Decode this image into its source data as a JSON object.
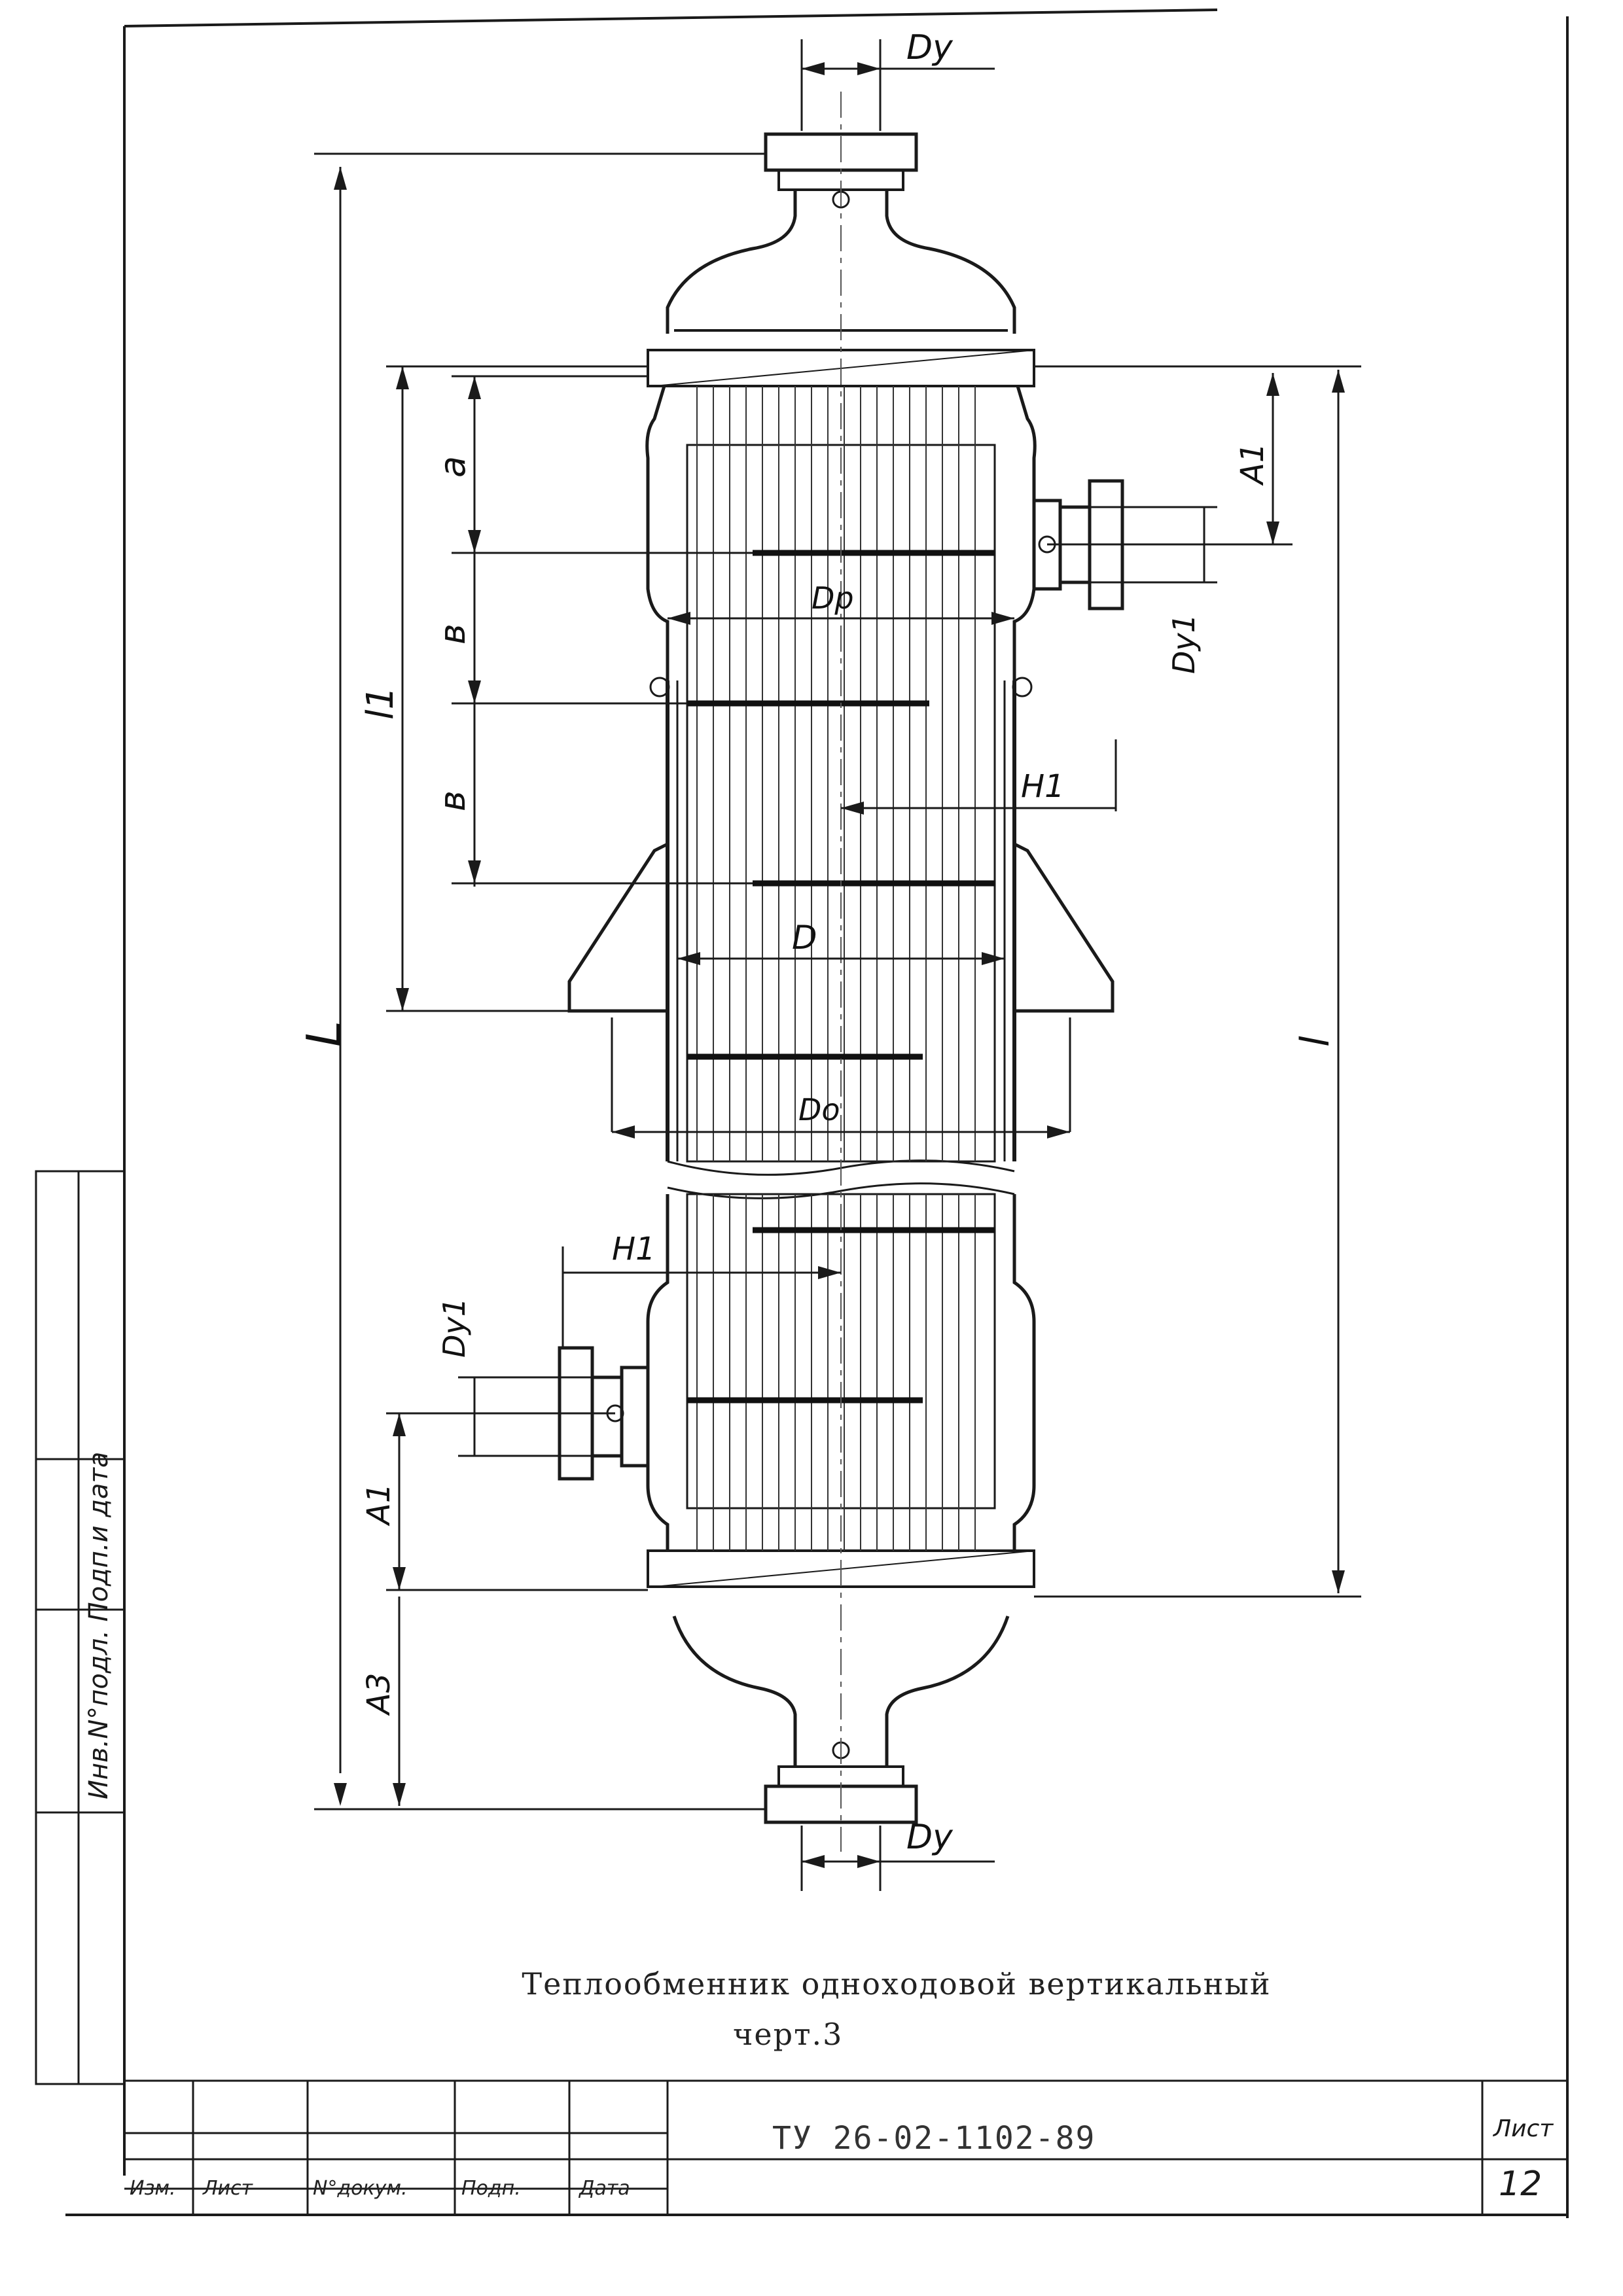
{
  "labels": {
    "Dy_top": "Dy",
    "Dy_bottom": "Dy",
    "Dy1_right": "Dy1",
    "Dy1_left": "Dy1",
    "Dp": "Dp",
    "D": "D",
    "Do": "Do",
    "H1_right": "H1",
    "H1_left": "H1",
    "a": "a",
    "b1": "в",
    "b2": "в",
    "l1": "l1",
    "L": "L",
    "l": "l",
    "A1_right": "A1",
    "A1_left": "A1",
    "A3": "A3"
  },
  "caption": {
    "line1": "Теплообменник одноходовой вертикальный",
    "line2": "черт.3"
  },
  "title_block": {
    "doc_code": "ТУ 26-02-1102-89",
    "sheet_label": "Лист",
    "sheet_number": "12",
    "headers": [
      "Изм.",
      "Лист",
      "N°докум.",
      "Подп.",
      "Дата"
    ]
  },
  "side_stamp": {
    "text": "Инв.N°подл. Подп.и дата"
  }
}
